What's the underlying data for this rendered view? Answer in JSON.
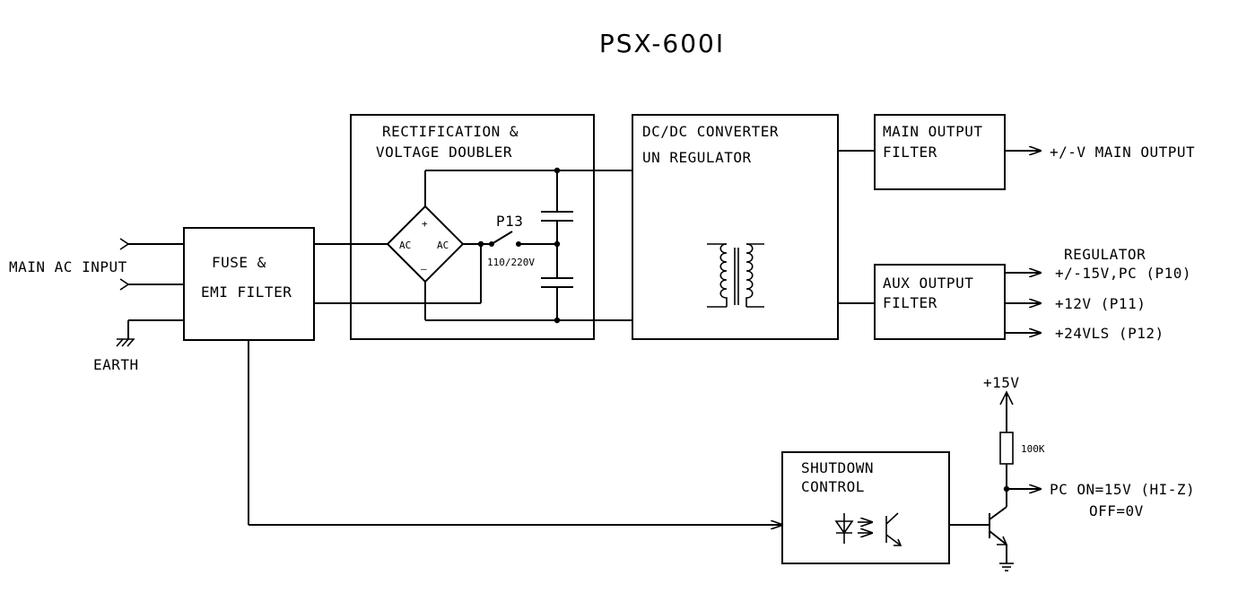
{
  "title": "PSX-600I",
  "inputs": {
    "main_ac_input": "MAIN AC INPUT",
    "earth": "EARTH"
  },
  "blocks": {
    "fuse_filter": [
      "FUSE &",
      "EMI FILTER"
    ],
    "rectification": [
      "RECTIFICATION &",
      "VOLTAGE DOUBLER"
    ],
    "bridge_plus": "+",
    "bridge_minus": "–",
    "bridge_ac_left": "AC",
    "bridge_ac_right": "AC",
    "switch_name": "P13",
    "switch_label": "110/220V",
    "converter": [
      "DC/DC  CONVERTER",
      "UN REGULATOR"
    ],
    "main_output_filter": [
      "MAIN OUTPUT",
      "FILTER"
    ],
    "aux_output_filter": [
      "AUX OUTPUT",
      "FILTER"
    ],
    "shutdown_control": [
      "SHUTDOWN",
      "CONTROL"
    ]
  },
  "outputs": {
    "main": "+/-V MAIN OUTPUT",
    "regulator": "REGULATOR",
    "aux1": "+/-15V,PC (P10)",
    "aux2": "+12V (P11)",
    "aux3": "+24VLS (P12)"
  },
  "pc_circuit": {
    "supply": "+15V",
    "resistor": "100K",
    "pc_on": "PC  ON=15V (HI-Z)",
    "pc_off": "OFF=0V"
  }
}
